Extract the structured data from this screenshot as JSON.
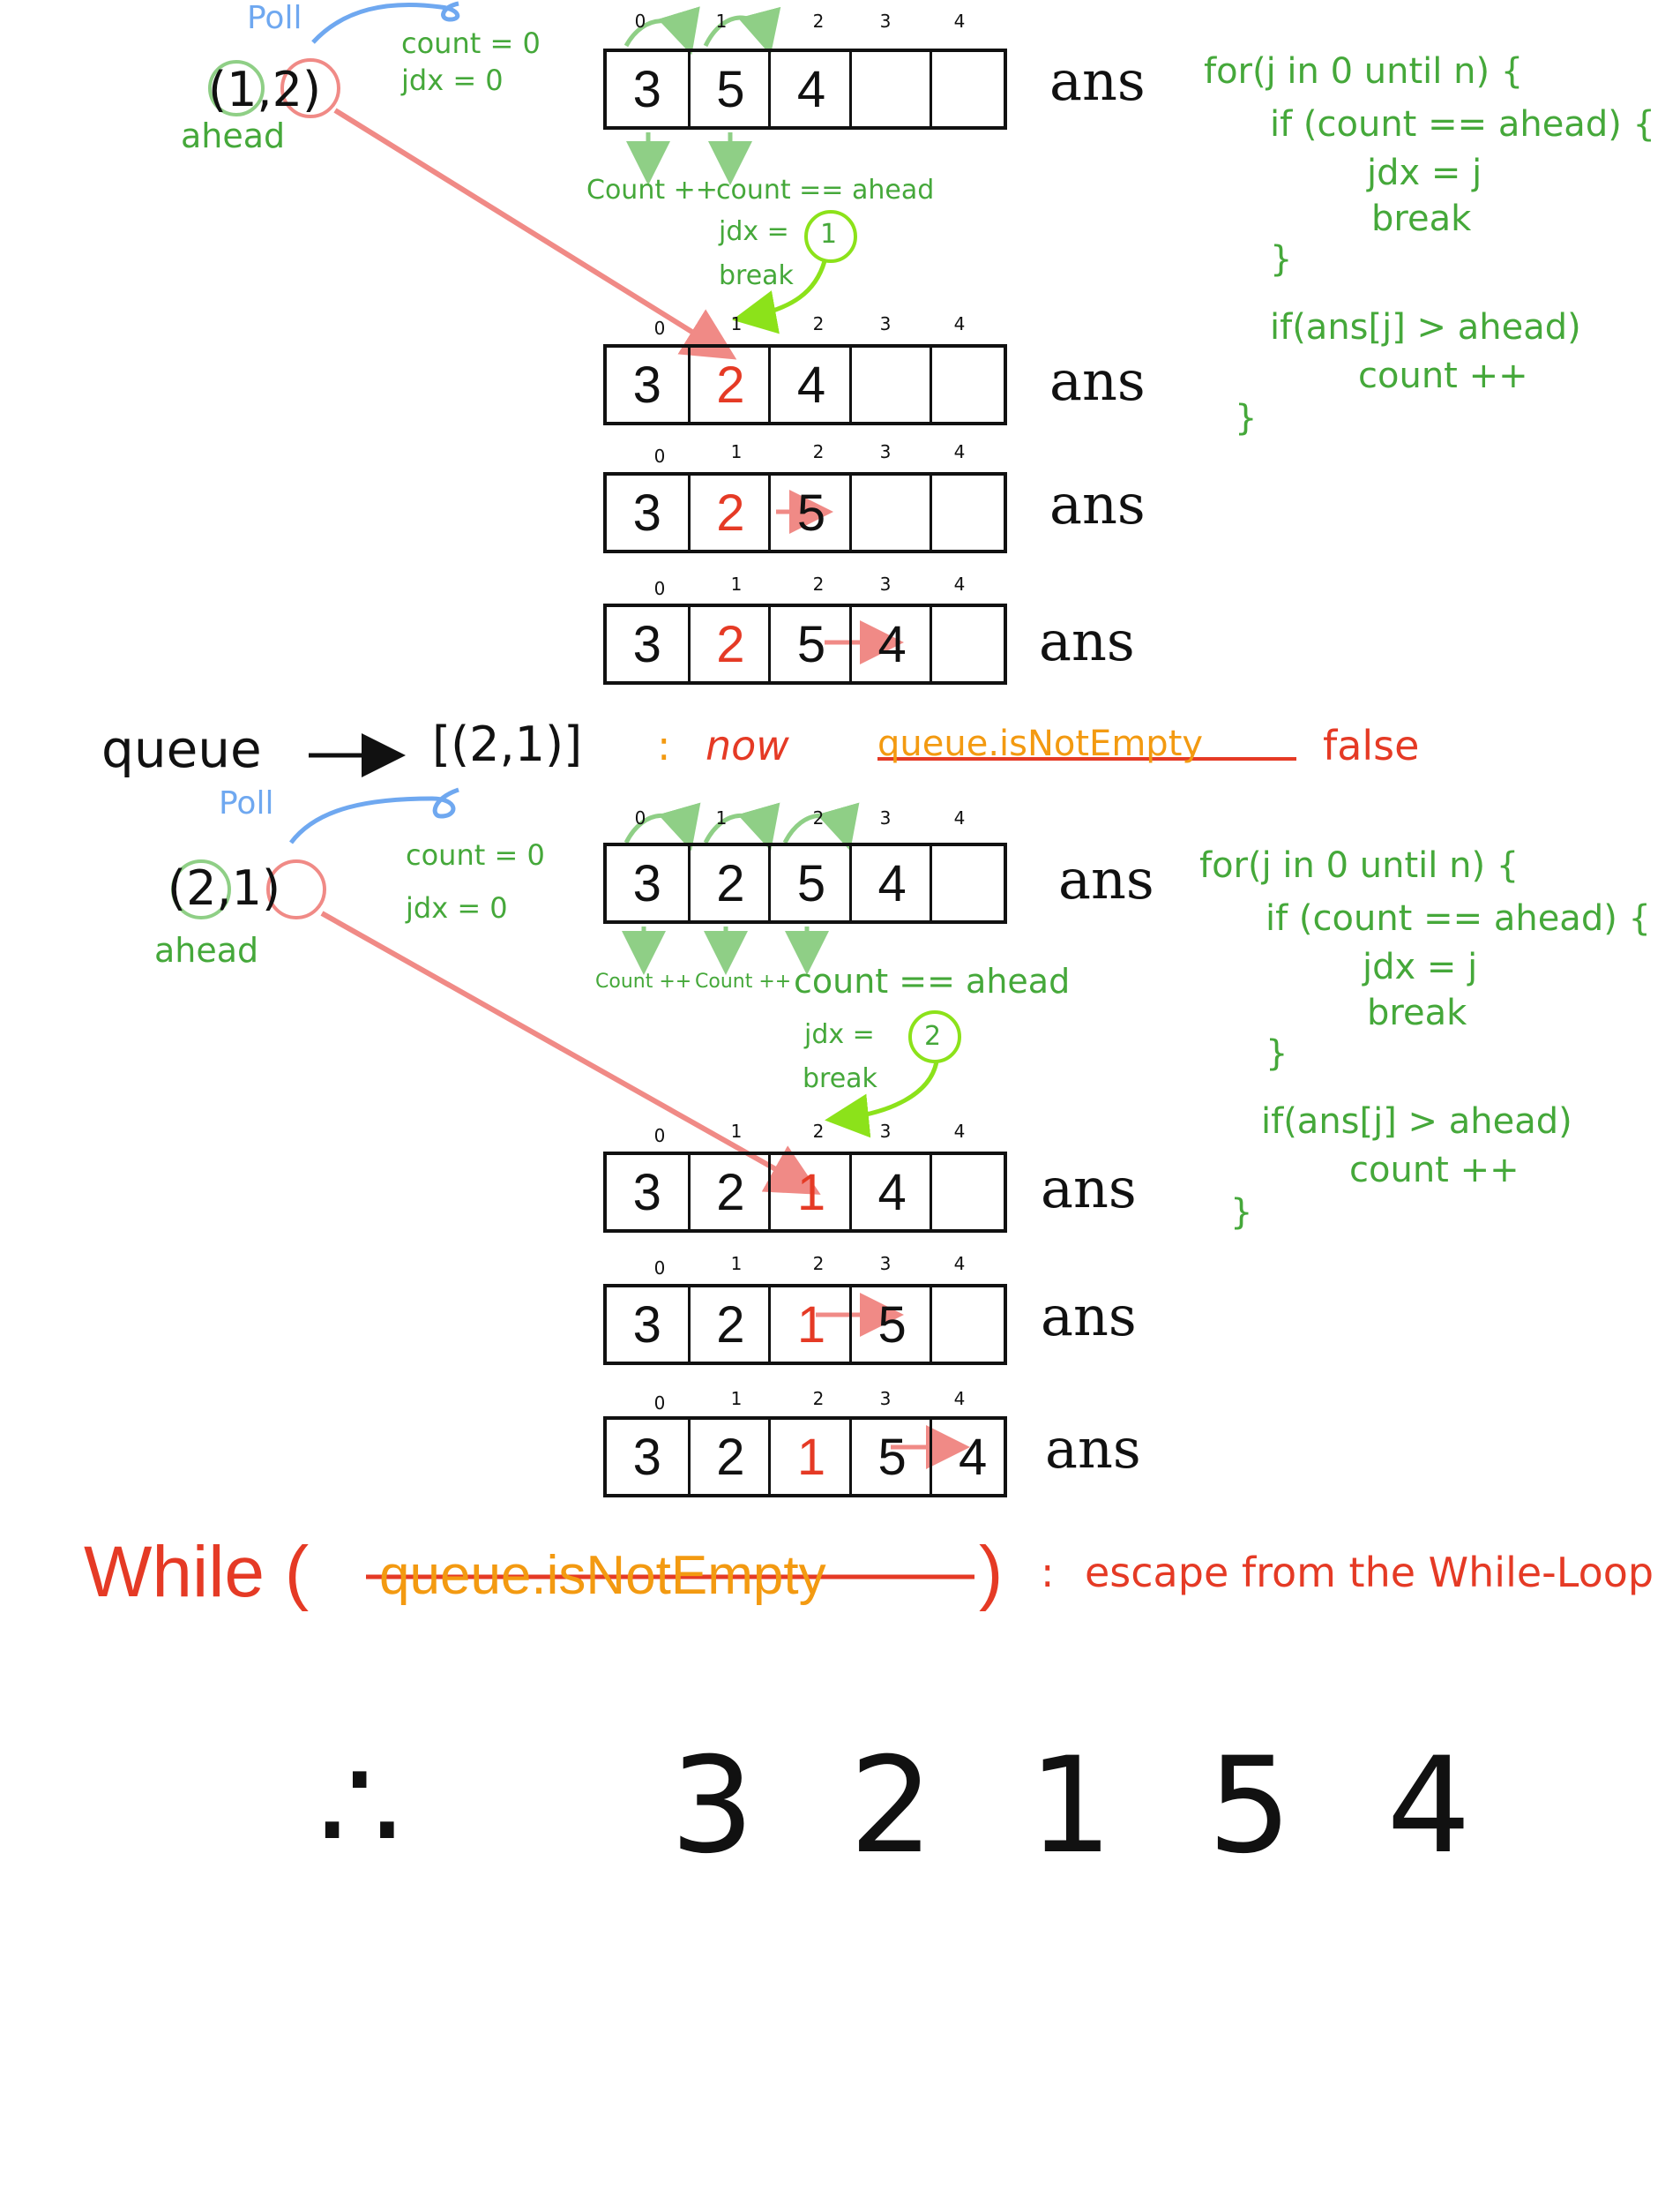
{
  "colors": {
    "green": "#45a83a",
    "blue": "#6fa8f0",
    "red": "#e53a25",
    "orange": "#f39a11",
    "pink": "#f08a86",
    "lime": "#8ce21a",
    "black": "#111111"
  },
  "indices": [
    "0",
    "1",
    "2",
    "3",
    "4"
  ],
  "top": {
    "poll": "Poll",
    "pair": "(1,2)",
    "ahead": "ahead",
    "count_init": "count = 0",
    "jdx_init": "jdx = 0",
    "count_inc": "Count ++",
    "cond": "count == ahead",
    "jdx_set": "jdx =",
    "jdx_val": "1",
    "brk": "break",
    "arrays": [
      [
        "3",
        "5",
        "4",
        "",
        ""
      ],
      [
        "3",
        "2",
        "4",
        "",
        ""
      ],
      [
        "3",
        "2",
        "5",
        "",
        ""
      ],
      [
        "3",
        "2",
        "5",
        "4",
        ""
      ]
    ],
    "code": [
      "for(j in 0 until n) {",
      "if (count == ahead) {",
      "jdx = j",
      "break",
      "}",
      "if(ans[j] > ahead)",
      "count ++",
      "}"
    ]
  },
  "queue": {
    "label": "queue",
    "content": "[(2,1)]",
    "colon": ":",
    "now": "now",
    "struck": "queue.isNotEmpty",
    "false_word": "false"
  },
  "bottom": {
    "poll": "Poll",
    "pair": "(2,1)",
    "ahead": "ahead",
    "count_init": "count = 0",
    "jdx_init": "jdx = 0",
    "count_inc1": "Count ++",
    "count_inc2": "Count ++",
    "cond": "count == ahead",
    "jdx_set": "jdx =",
    "jdx_val": "2",
    "brk": "break",
    "arrays": [
      [
        "3",
        "2",
        "5",
        "4",
        ""
      ],
      [
        "3",
        "2",
        "1",
        "4",
        ""
      ],
      [
        "3",
        "2",
        "1",
        "5",
        ""
      ],
      [
        "3",
        "2",
        "1",
        "5",
        "4"
      ]
    ],
    "code": [
      "for(j in 0 until n) {",
      "if (count == ahead) {",
      "jdx = j",
      "break",
      "}",
      "if(ans[j] > ahead)",
      "count ++",
      "}"
    ]
  },
  "ans_label": "ans",
  "while_line": {
    "prefix": "While (",
    "struck": "queue.isNotEmpty",
    "suffix": ")",
    "colon": ":",
    "note": "escape from the While-Loop"
  },
  "result": {
    "therefore": "∴",
    "digits": "3 2 1 5 4"
  }
}
